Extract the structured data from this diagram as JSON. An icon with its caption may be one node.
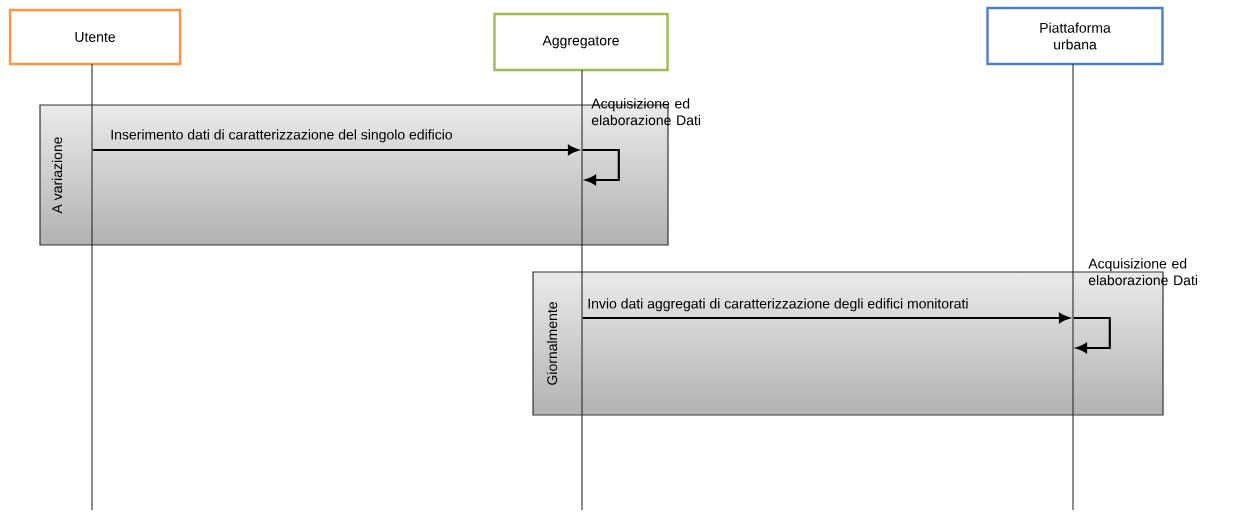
{
  "diagram": {
    "nodes": [
      {
        "text": [
          "Utente"
        ]
      },
      {
        "text": [
          "Aggregatore"
        ]
      },
      {
        "text": [
          "Piattaforma urbana"
        ]
      },
      {
        "text": [],
        "shape": "line"
      },
      {
        "text": [],
        "shape": "line"
      },
      {
        "text": [],
        "shape": "line"
      }
    ],
    "edges": [
      {
        "from": 3,
        "to": 4,
        "arrow": "to",
        "label": "Inserimento dati di caratterizzazione del singolo edificio"
      },
      {
        "from": 4,
        "to": 4,
        "arrow": "to",
        "label": "Acquisizione ed elaborazione Dati"
      },
      {
        "from": 4,
        "to": 5,
        "arrow": "to",
        "label": "Invio dati aggregati di caratterizzazione degli edifici monitorati"
      },
      {
        "from": 5,
        "to": 5,
        "arrow": "to",
        "label": "Acquisizione ed elaborazione Dati"
      }
    ],
    "labels": [
      "A variazione",
      "Giornalmente"
    ]
  }
}
